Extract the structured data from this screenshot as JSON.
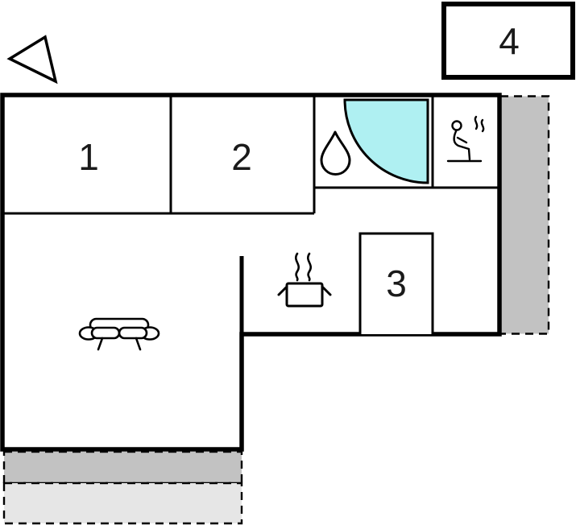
{
  "diagram": {
    "type": "floor-plan",
    "rooms": [
      {
        "id": "room-1",
        "label": "1"
      },
      {
        "id": "room-2",
        "label": "2"
      },
      {
        "id": "room-3",
        "label": "3"
      },
      {
        "id": "room-4",
        "label": "4"
      }
    ],
    "icons": [
      {
        "name": "direction-triangle"
      },
      {
        "name": "shower-tray"
      },
      {
        "name": "water-drop"
      },
      {
        "name": "sauna-person"
      },
      {
        "name": "cooking-pot-steam"
      },
      {
        "name": "sofa"
      }
    ],
    "colors": {
      "wall": "#000000",
      "shower": "#aff0f2",
      "terrace_dark": "#c2c2c2",
      "terrace_light": "#e6e6e6",
      "label": "#1a1a1a",
      "background": "#ffffff"
    }
  }
}
